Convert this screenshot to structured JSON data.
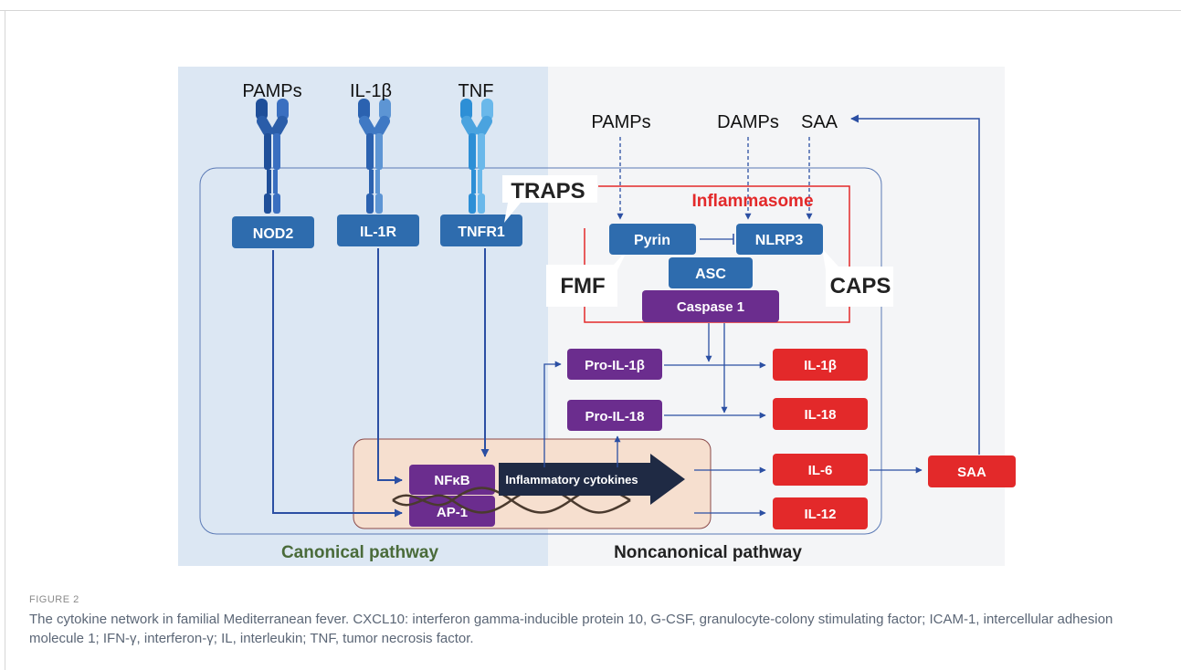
{
  "receptors": {
    "pamps": "PAMPs",
    "il1b": "IL-1β",
    "tnf": "TNF"
  },
  "boxes": {
    "nod2": "NOD2",
    "il1r": "IL-1R",
    "tnfr1": "TNFR1",
    "pyrin": "Pyrin",
    "nlrp3": "NLRP3",
    "asc": "ASC",
    "caspase1": "Caspase 1",
    "pro_il1b": "Pro-IL-1β",
    "pro_il18": "Pro-IL-18",
    "nfkb": "NFκB",
    "ap1": "AP-1",
    "il1b_out": "IL-1β",
    "il18_out": "IL-18",
    "il6_out": "IL-6",
    "il12_out": "IL-12",
    "saa_out": "SAA"
  },
  "triggers": {
    "pamps": "PAMPs",
    "damps": "DAMPs",
    "saa": "SAA"
  },
  "labels": {
    "inflammasome": "Inflammasome",
    "traps": "TRAPS",
    "fmf": "FMF",
    "caps": "CAPS",
    "inflammatory_cytokines": "Inflammatory cytokines",
    "canonical": "Canonical pathway",
    "noncanonical": "Noncanonical pathway"
  },
  "colors": {
    "blue_box": "#2e6cae",
    "purple_box": "#6b2d8e",
    "red_box": "#e3292a",
    "arrow": "#2b4fa3",
    "canonical_bg": "#dce7f3",
    "noncanonical_bg": "#f3f4f6",
    "nucleus_bg": "#f6dfcf",
    "canonical_text": "#4a6b3a",
    "inflammasome_text": "#e3292a"
  },
  "figure_label": "FIGURE 2",
  "caption": "The cytokine network in familial Mediterranean fever. CXCL10: interferon gamma-inducible protein 10, G-CSF, granulocyte-colony stimulating factor; ICAM-1, intercellular adhesion molecule 1; IFN-γ, interferon-γ; IL, interleukin; TNF, tumor necrosis factor."
}
